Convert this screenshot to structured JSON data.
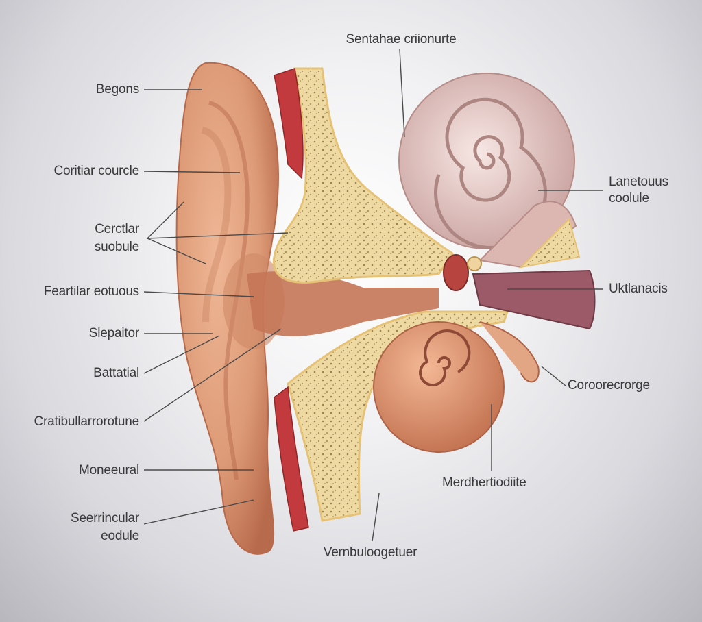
{
  "labels": {
    "top_center": "Sentahae criionurte",
    "l1": "Begons",
    "l2": "Coritiar courcle",
    "l3": "Cerctlar\nsuobule",
    "l4": "Feartilar eotuous",
    "l5": "Slepaitor",
    "l6": "Battatial",
    "l7": "Cratibullarrorotune",
    "l8": "Moneeural",
    "l9": "Seerrincular\neodule",
    "bottom_center": "Vernbuloogetuer",
    "r1": "Lanetouus\ncoolule",
    "r2": "Uktlanacis",
    "r3": "Coroorecrorge",
    "r4": "Merdhertiodiite"
  },
  "colors": {
    "skin": "#e2a27e",
    "skin_dark": "#b96a4b",
    "bone": "#efd8a0",
    "cochlea": "#e3c4c0",
    "muscle": "#c23a3e",
    "canal": "#a05a64"
  }
}
